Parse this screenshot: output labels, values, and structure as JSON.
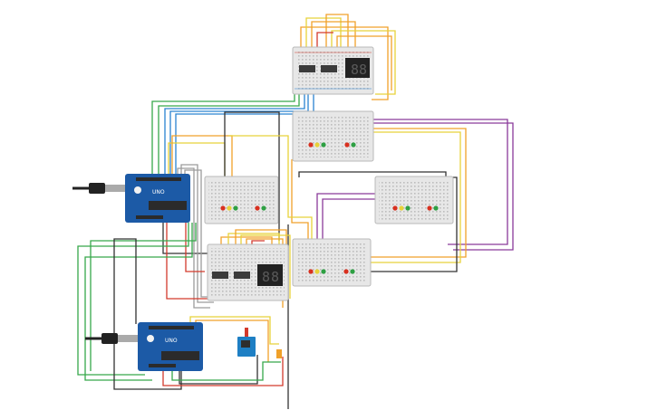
{
  "app": {
    "view": "circuit-canvas"
  },
  "boards": {
    "label": "UNO"
  },
  "displays": {
    "digits": [
      "8",
      "8"
    ]
  },
  "colors": {
    "canvas": "#ffffff",
    "breadboard": "#e7e7e7",
    "breadboard_edge": "#b9b9b9",
    "arduino": "#1c5aa6",
    "wire_green": "#36a84a",
    "wire_blue": "#2a83d1",
    "wire_orange": "#f0a12a",
    "wire_yellow": "#e8d23a",
    "wire_red": "#d33a2c",
    "wire_purple": "#8a3a9a",
    "wire_black": "#333333",
    "wire_grey": "#9c9c9c",
    "led_red": "#d8301f",
    "led_green": "#2ea043"
  },
  "icons": [
    "usb-cable-icon",
    "seven-segment-display-icon",
    "ic-chip-icon",
    "led-icon",
    "sensor-module-icon"
  ]
}
